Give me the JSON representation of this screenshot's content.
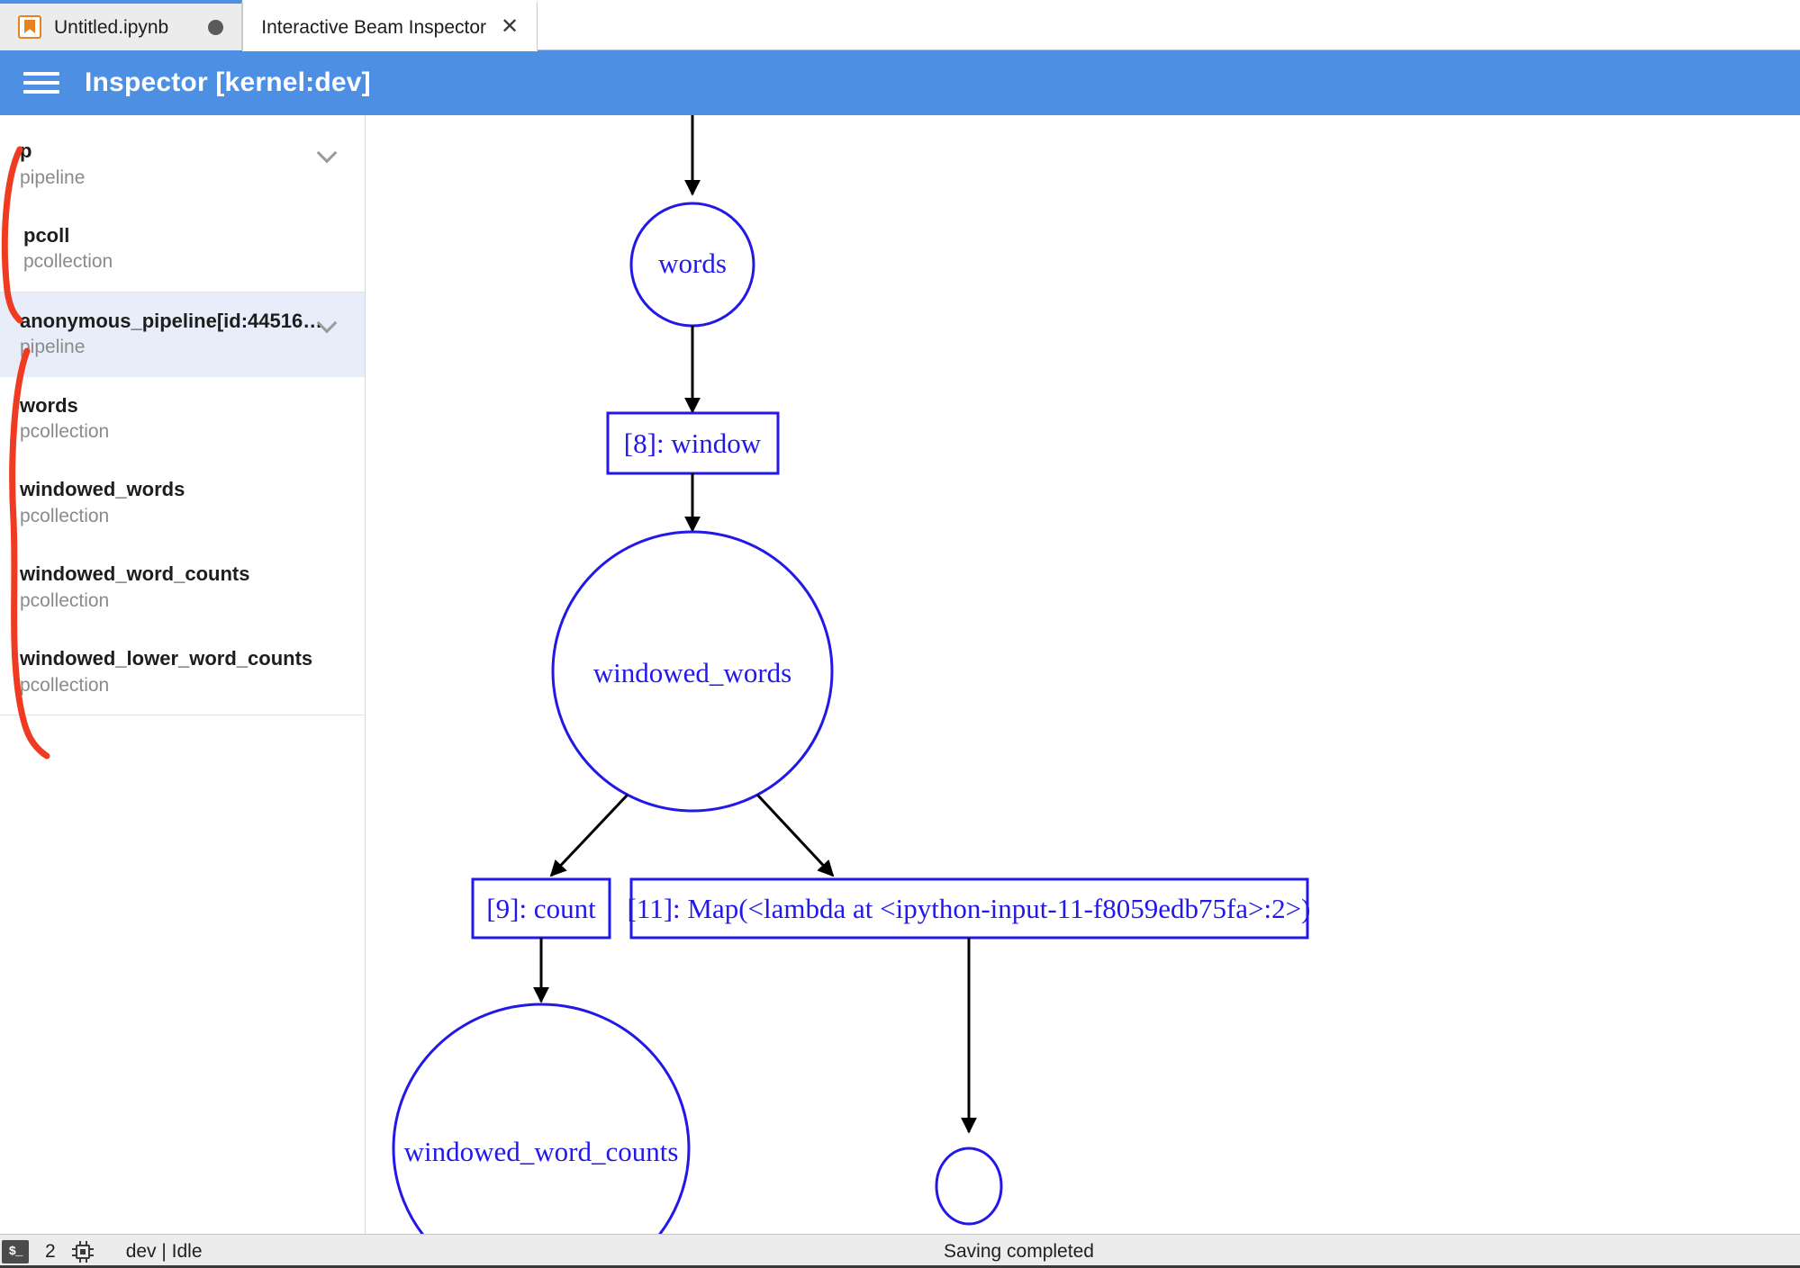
{
  "tabs": [
    {
      "label": "Untitled.ipynb",
      "icon": "notebook-icon",
      "active": false,
      "dirty": true
    },
    {
      "label": "Interactive Beam Inspector",
      "icon": "close-icon",
      "active": true,
      "closable": true
    }
  ],
  "header": {
    "title": "Inspector [kernel:dev]",
    "menu_icon": "hamburger-menu-icon",
    "background": "#4d90e3"
  },
  "sidebar": {
    "groups": [
      {
        "items": [
          {
            "name": "p",
            "type": "pipeline",
            "expandable": true,
            "selected": false
          },
          {
            "name": "pcoll",
            "type": "pcollection",
            "expandable": false,
            "selected": false
          }
        ]
      },
      {
        "items": [
          {
            "name": "anonymous_pipeline[id:44516…",
            "type": "pipeline",
            "expandable": true,
            "selected": true
          },
          {
            "name": "words",
            "type": "pcollection",
            "expandable": false,
            "selected": false
          },
          {
            "name": "windowed_words",
            "type": "pcollection",
            "expandable": false,
            "selected": false
          },
          {
            "name": "windowed_word_counts",
            "type": "pcollection",
            "expandable": false,
            "selected": false
          },
          {
            "name": "windowed_lower_word_counts",
            "type": "pcollection",
            "expandable": false,
            "selected": false
          }
        ]
      }
    ],
    "annotation_color": "#ef3b22"
  },
  "graph": {
    "node_color": "#2218e8",
    "edge_color": "#000000",
    "nodes": [
      {
        "id": "words",
        "label": "words",
        "shape": "ellipse"
      },
      {
        "id": "window",
        "label": "[8]: window",
        "shape": "box"
      },
      {
        "id": "windowed_words",
        "label": "windowed_words",
        "shape": "ellipse"
      },
      {
        "id": "count",
        "label": "[9]: count",
        "shape": "box"
      },
      {
        "id": "map",
        "label": "[11]: Map(<lambda at <ipython-input-11-f8059edb75fa>:2>)",
        "shape": "box"
      },
      {
        "id": "windowed_word_counts",
        "label": "windowed_word_counts",
        "shape": "ellipse"
      },
      {
        "id": "map_out",
        "label": "",
        "shape": "ellipse"
      }
    ],
    "edges": [
      {
        "from": "(top)",
        "to": "words"
      },
      {
        "from": "words",
        "to": "window"
      },
      {
        "from": "window",
        "to": "windowed_words"
      },
      {
        "from": "windowed_words",
        "to": "count"
      },
      {
        "from": "windowed_words",
        "to": "map"
      },
      {
        "from": "count",
        "to": "windowed_word_counts"
      },
      {
        "from": "map",
        "to": "map_out"
      }
    ]
  },
  "statusbar": {
    "terminal_icon": "terminal-icon",
    "terminal_label": "$_",
    "terminal_count": "2",
    "kernel_icon": "cpu-chip-icon",
    "kernel_status": "dev | Idle",
    "message": "Saving completed"
  }
}
